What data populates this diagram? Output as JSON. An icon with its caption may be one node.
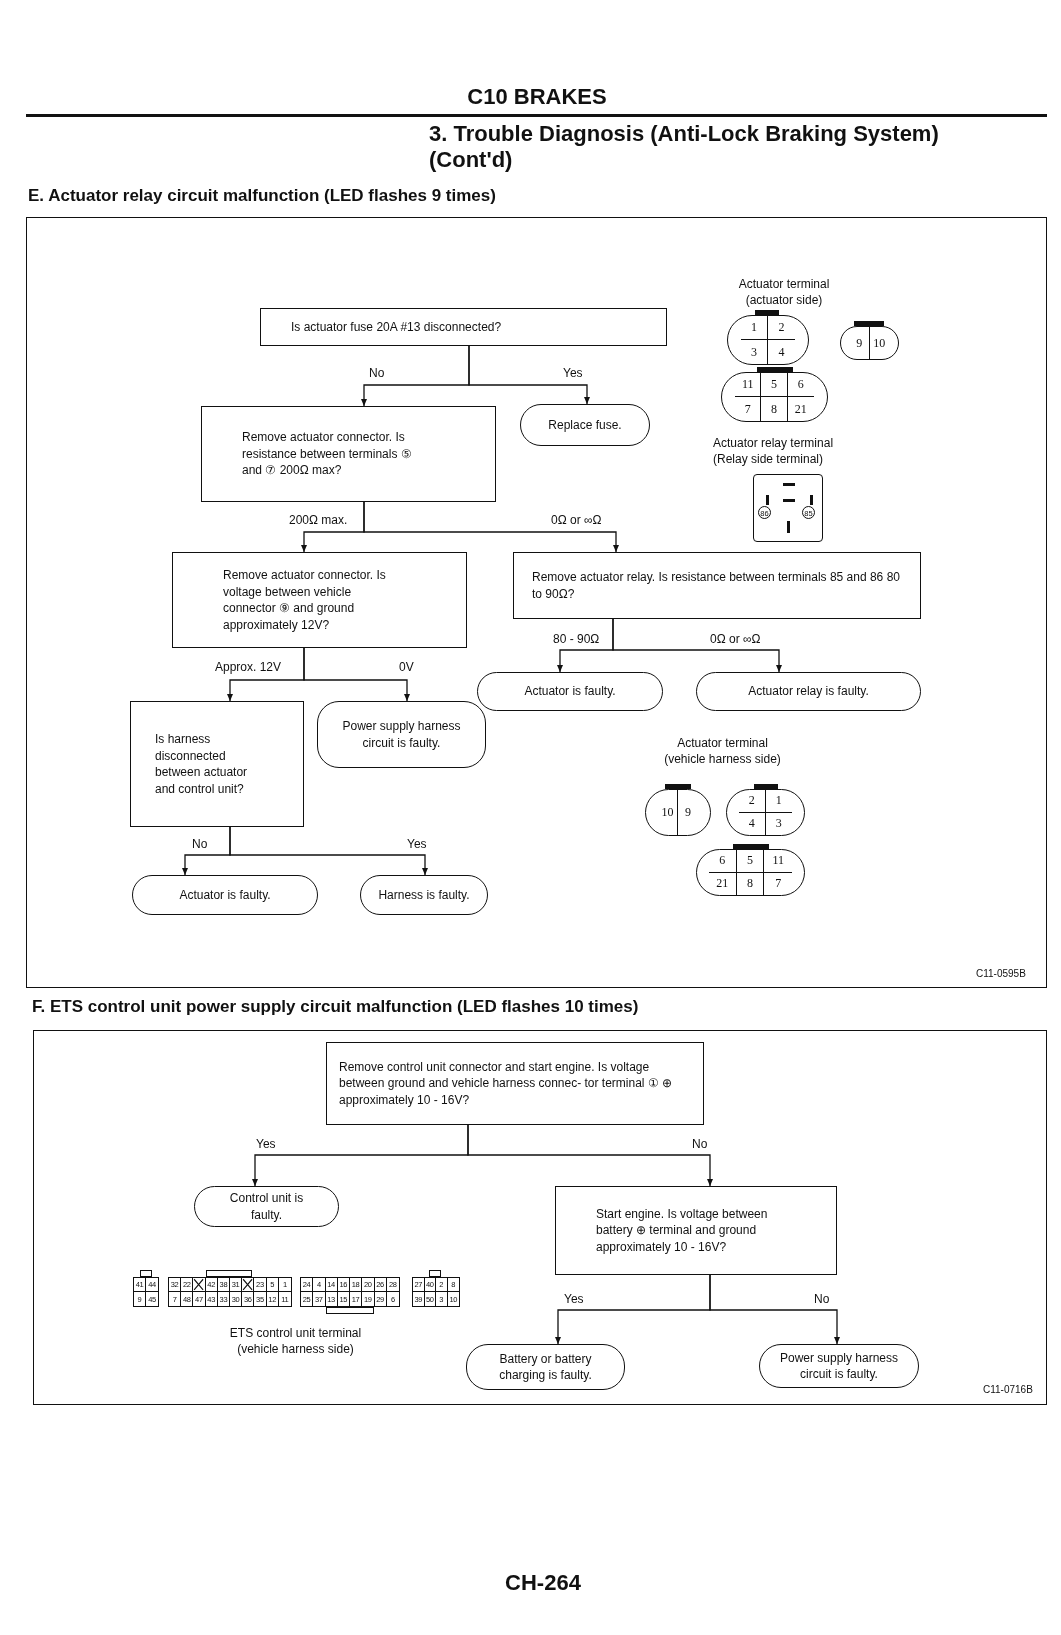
{
  "diagram": {
    "title": "C10 BRAKES",
    "nodes": [
      {
        "text": [
          "E. Actuator relay circuit malfunction (LED flashes 9 times)"
        ]
      },
      {
        "text": [
          "Is actuator fuse 20A #13 disconnected?"
        ],
        "in": 0
      },
      {
        "text": [
          "Remove actuator connector. Is resistance between terminals ⑤ and ⑦ 200Ω max?"
        ],
        "in": 0
      },
      {
        "text": [
          "Replace fuse."
        ],
        "in": 0
      },
      {
        "text": [
          "Remove actuator connector. Is voltage between vehicle connector ⑨ and ground approximately 12V?"
        ],
        "in": 0
      },
      {
        "text": [
          "Remove actuator relay. Is resistance between terminals 85 and 86 80 to 90Ω?"
        ],
        "in": 0
      },
      {
        "text": [
          "Actuator is faulty."
        ],
        "in": 0
      },
      {
        "text": [
          "Actuator relay is faulty."
        ],
        "in": 0
      },
      {
        "text": [
          "Is harness disconnected between actuator and control unit?"
        ],
        "in": 0
      },
      {
        "text": [
          "Power supply harness circuit is faulty."
        ],
        "in": 0
      },
      {
        "text": [
          "Actuator is faulty."
        ],
        "in": 0
      },
      {
        "text": [
          "Harness is faulty."
        ],
        "in": 0
      },
      {
        "text": [
          "F. ETS control unit power supply circuit malfunction (LED flashes 10 times)"
        ]
      },
      {
        "text": [
          "Remove control unit connector and start engine. Is voltage between ground and vehicle harness connec- tor terminal ① ⊕ approximately 10 - 16V?"
        ],
        "in": 12
      },
      {
        "text": [
          "Control unit is faulty."
        ],
        "in": 12
      },
      {
        "text": [
          "Start engine. Is voltage between battery ⊕ terminal and ground approximately 10 - 16V?"
        ],
        "in": 12
      },
      {
        "text": [
          "Battery or battery charging is faulty."
        ],
        "in": 12
      },
      {
        "text": [
          "Power supply harness circuit is faulty."
        ],
        "in": 12
      }
    ],
    "edges": [
      {
        "from": 1,
        "to": 2,
        "arrow": "to",
        "label": "No"
      },
      {
        "from": 1,
        "to": 3,
        "arrow": "to",
        "label": "Yes"
      },
      {
        "from": 2,
        "to": 4,
        "arrow": "to",
        "label": "200Ω max."
      },
      {
        "from": 2,
        "to": 5,
        "arrow": "to",
        "label": "0Ω or ∞Ω"
      },
      {
        "from": 5,
        "to": 6,
        "arrow": "to",
        "label": "80 - 90Ω"
      },
      {
        "from": 5,
        "to": 7,
        "arrow": "to",
        "label": "0Ω or ∞Ω"
      },
      {
        "from": 4,
        "to": 8,
        "arrow": "to",
        "label": "Approx. 12V"
      },
      {
        "from": 4,
        "to": 9,
        "arrow": "to",
        "label": "0V"
      },
      {
        "from": 8,
        "to": 10,
        "arrow": "to",
        "label": "No"
      },
      {
        "from": 8,
        "to": 11,
        "arrow": "to",
        "label": "Yes"
      },
      {
        "from": 13,
        "to": 14,
        "arrow": "to",
        "label": "Yes"
      },
      {
        "from": 13,
        "to": 15,
        "arrow": "to",
        "label": "No"
      },
      {
        "from": 15,
        "to": 16,
        "arrow": "to",
        "label": "Yes"
      },
      {
        "from": 15,
        "to": 17,
        "arrow": "to",
        "label": "No"
      }
    ],
    "labels": [
      "3. Trouble Diagnosis (Anti-Lock Braking System) (Cont'd)",
      "Actuator terminal (actuator side)",
      "1",
      "2",
      "3",
      "4",
      "9",
      "10",
      "11",
      "5",
      "6",
      "7",
      "8",
      "21",
      "Actuator relay terminal (Relay side terminal)",
      "86",
      "85",
      "Actuator terminal (vehicle harness side)",
      "10",
      "9",
      "2",
      "1",
      "4",
      "3",
      "6",
      "5",
      "11",
      "21",
      "8",
      "7",
      "C11-0595B",
      "41",
      "44",
      "9",
      "45",
      "32",
      "22",
      "42",
      "38",
      "31",
      "23",
      "5",
      "1",
      "7",
      "48",
      "47",
      "43",
      "33",
      "30",
      "36",
      "35",
      "12",
      "11",
      "24",
      "4",
      "14",
      "16",
      "18",
      "20",
      "26",
      "28",
      "25",
      "37",
      "13",
      "15",
      "17",
      "19",
      "29",
      "6",
      "27",
      "40",
      "2",
      "8",
      "39",
      "50",
      "3",
      "10",
      "ETS control unit terminal (vehicle harness side)",
      "C11-0716B",
      "CH-264"
    ]
  }
}
